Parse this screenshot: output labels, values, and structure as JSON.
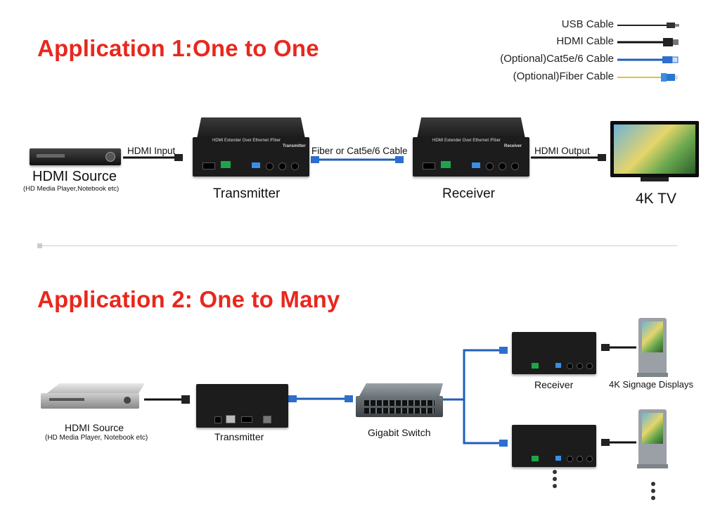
{
  "app1": {
    "title": "Application 1:One to One",
    "source_label": "HDMI Source",
    "source_sub": "(HD Media Player,Notebook etc)",
    "cable_in_label": "HDMI Input",
    "transmitter_label": "Transmitter",
    "link_label": "Fiber or Cat5e/6 Cable",
    "receiver_label": "Receiver",
    "cable_out_label": "HDMI Output",
    "tv_label": "4K TV",
    "device_text": "HDMI Extender Over Ethernet /Fiber",
    "tx_tag": "Transmitter",
    "rx_tag": "Receiver"
  },
  "legend": {
    "items": [
      {
        "label": "USB Cable",
        "color": "#222222",
        "icon": "usb-plug-icon"
      },
      {
        "label": "HDMI Cable",
        "color": "#111111",
        "icon": "hdmi-plug-icon"
      },
      {
        "label": "(Optional)Cat5e/6 Cable",
        "color": "#1f5fb8",
        "icon": "rj45-plug-icon"
      },
      {
        "label": "(Optional)Fiber Cable",
        "color": "#e0c23a",
        "icon": "fiber-plug-icon"
      }
    ]
  },
  "app2": {
    "title": "Application 2: One to Many",
    "source_label": "HDMI Source",
    "source_sub": "(HD Media Player, Notebook etc)",
    "transmitter_label": "Transmitter",
    "switch_label": "Gigabit Switch",
    "receiver_label": "Receiver",
    "display_label": "4K Signage Displays"
  },
  "colors": {
    "title_red": "#e8281e",
    "cable_blue": "#1f5fb8",
    "divider": "#cccccc"
  }
}
